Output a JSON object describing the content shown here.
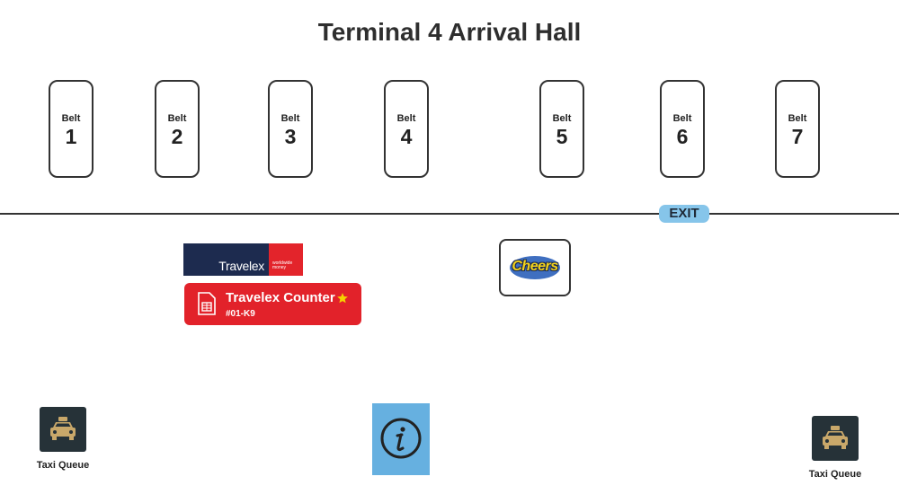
{
  "title": "Terminal 4 Arrival Hall",
  "belts": [
    {
      "label": "Belt",
      "number": "1"
    },
    {
      "label": "Belt",
      "number": "2"
    },
    {
      "label": "Belt",
      "number": "3"
    },
    {
      "label": "Belt",
      "number": "4"
    },
    {
      "label": "Belt",
      "number": "5"
    },
    {
      "label": "Belt",
      "number": "6"
    },
    {
      "label": "Belt",
      "number": "7"
    }
  ],
  "exit_label": "EXIT",
  "travelex": {
    "logo_text": "Travelex",
    "logo_tagline": "worldwide money",
    "name": "Travelex Counter",
    "code": "#01-K9",
    "favorite_icon": "star-icon",
    "type_icon": "sim-card-icon"
  },
  "cheers": {
    "logo_text": "Cheers"
  },
  "taxi_left": {
    "label": "Taxi Queue",
    "icon": "taxi-icon"
  },
  "taxi_right": {
    "label": "Taxi Queue",
    "icon": "taxi-icon"
  },
  "info": {
    "icon": "info-icon"
  },
  "colors": {
    "exit_bg": "#86c5ea",
    "travelex_red": "#e2222a",
    "travelex_navy": "#1d2b4f",
    "taxi_bg": "#263238",
    "taxi_gold": "#c9a86a",
    "info_bg": "#66b0e0",
    "star": "#f5d000"
  }
}
